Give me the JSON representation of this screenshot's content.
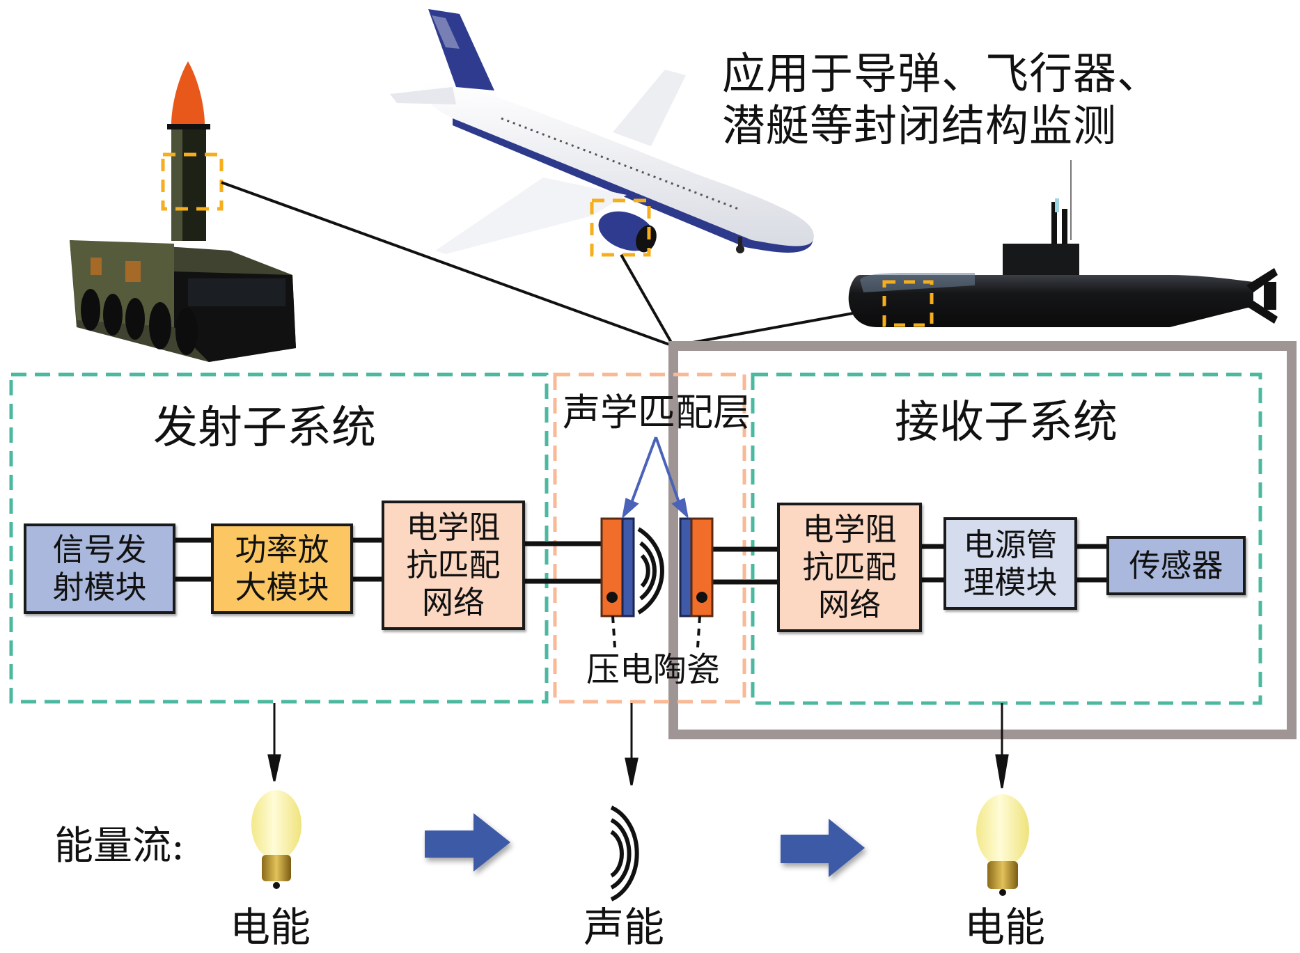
{
  "title": {
    "line1": "应用于导弹、飞行器、",
    "line2": "潜艇等封闭结构监测"
  },
  "applications": [
    {
      "name": "导弹",
      "icon": "missile-launcher-icon"
    },
    {
      "name": "飞行器",
      "icon": "airplane-icon"
    },
    {
      "name": "潜艇",
      "icon": "submarine-icon"
    }
  ],
  "transmit_subsystem": {
    "title": "发射子系统",
    "blocks": [
      {
        "lines": [
          "信号发",
          "射模块"
        ],
        "color": "#a9b8dc"
      },
      {
        "lines": [
          "功率放",
          "大模块"
        ],
        "color": "#fcc763"
      },
      {
        "lines": [
          "电学阻",
          "抗匹配",
          "网络"
        ],
        "color": "#fcd7c2"
      }
    ]
  },
  "acoustic_layer": {
    "title": "声学匹配层",
    "piezo_label": "压电陶瓷",
    "ceramic_color": "#f06e2a",
    "matching_color": "#3f5aa8"
  },
  "receive_subsystem": {
    "title": "接收子系统",
    "blocks": [
      {
        "lines": [
          "电学阻",
          "抗匹配",
          "网络"
        ],
        "color": "#fcd7c2"
      },
      {
        "lines": [
          "电源管",
          "理模块"
        ],
        "color": "#d5dcee"
      },
      {
        "lines": [
          "传感器"
        ],
        "color": "#a9b8dc"
      }
    ]
  },
  "energy_flow": {
    "label": "能量流:",
    "stages": [
      {
        "label": "电能",
        "icon": "light-bulb-icon"
      },
      {
        "label": "声能",
        "icon": "sound-wave-icon"
      },
      {
        "label": "电能",
        "icon": "light-bulb-icon"
      }
    ]
  },
  "colors": {
    "teal_dash": "#4bb89f",
    "orange_dash": "#f9b896",
    "enclosure_gray": "#9e9594",
    "highlight_dash": "#f6ae1c",
    "flow_arrow": "#3d5aa6"
  }
}
